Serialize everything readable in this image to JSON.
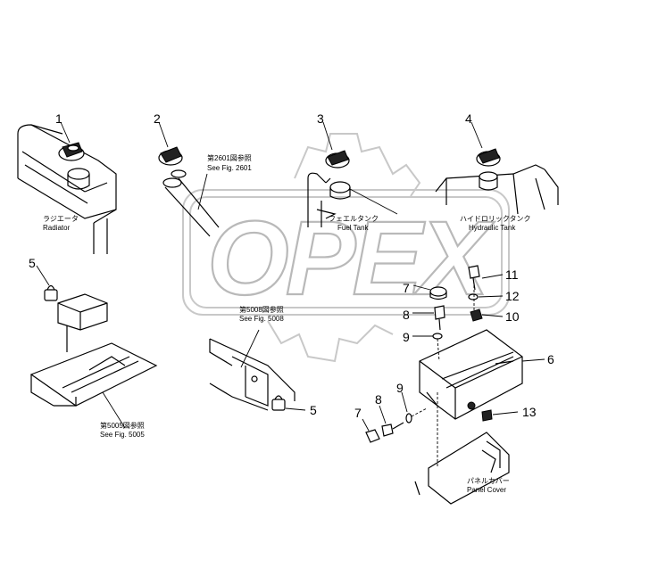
{
  "watermark": {
    "text": "OPEX"
  },
  "callouts": [
    {
      "id": "c1",
      "text": "1"
    },
    {
      "id": "c2",
      "text": "2"
    },
    {
      "id": "c3",
      "text": "3"
    },
    {
      "id": "c4",
      "text": "4"
    },
    {
      "id": "c5a",
      "text": "5"
    },
    {
      "id": "c5b",
      "text": "5"
    },
    {
      "id": "c6",
      "text": "6"
    },
    {
      "id": "c7a",
      "text": "7"
    },
    {
      "id": "c7b",
      "text": "7"
    },
    {
      "id": "c8a",
      "text": "8"
    },
    {
      "id": "c8b",
      "text": "8"
    },
    {
      "id": "c9a",
      "text": "9"
    },
    {
      "id": "c9b",
      "text": "9"
    },
    {
      "id": "c10",
      "text": "10"
    },
    {
      "id": "c11",
      "text": "11"
    },
    {
      "id": "c12",
      "text": "12"
    },
    {
      "id": "c13",
      "text": "13"
    }
  ],
  "captions": {
    "radiator_jp": "ラジエータ",
    "radiator_en": "Radiator",
    "fuel_jp": "フェエルタンク",
    "fuel_en": "Fuel Tank",
    "hydraulic_jp": "ハイドロリックタンク",
    "hydraulic_en": "Hydraulic Tank",
    "panel_jp": "パネルカバー",
    "panel_en": "Panel Cover",
    "fig2601_jp": "第2601図参照",
    "fig2601_en": "See Fig. 2601",
    "fig5008_jp": "第5008図参照",
    "fig5008_en": "See Fig. 5008",
    "fig5005_jp": "第5005図参照",
    "fig5005_en": "See Fig. 5005"
  }
}
